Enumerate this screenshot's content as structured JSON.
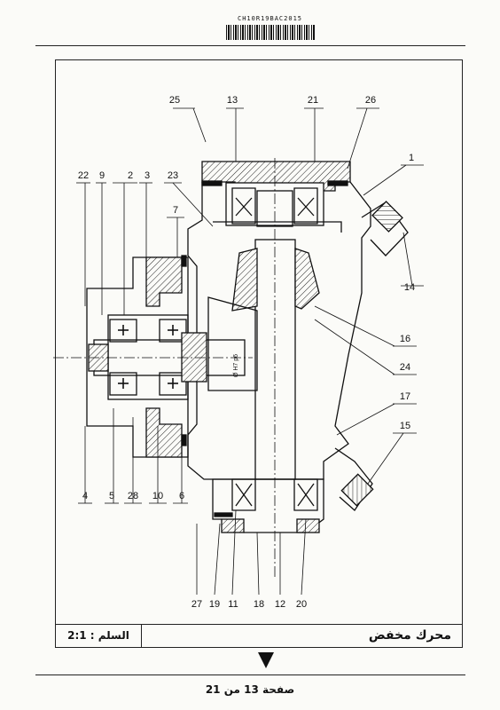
{
  "header": {
    "code": "CH10R19BAC2015"
  },
  "labels": {
    "top": [
      {
        "id": "25",
        "text": "25"
      },
      {
        "id": "13",
        "text": "13"
      },
      {
        "id": "21",
        "text": "21"
      },
      {
        "id": "26",
        "text": "26"
      },
      {
        "id": "1",
        "text": "1"
      }
    ],
    "left": [
      {
        "id": "22",
        "text": "22"
      },
      {
        "id": "9",
        "text": "9"
      },
      {
        "id": "2",
        "text": "2"
      },
      {
        "id": "3",
        "text": "3"
      },
      {
        "id": "23",
        "text": "23"
      },
      {
        "id": "7",
        "text": "7"
      }
    ],
    "right": [
      {
        "id": "14",
        "text": "14"
      },
      {
        "id": "16",
        "text": "16"
      },
      {
        "id": "24",
        "text": "24"
      },
      {
        "id": "17",
        "text": "17"
      },
      {
        "id": "15",
        "text": "15"
      }
    ],
    "bottom_left": [
      {
        "id": "4",
        "text": "4"
      },
      {
        "id": "5",
        "text": "5"
      },
      {
        "id": "28",
        "text": "28"
      },
      {
        "id": "10",
        "text": "10"
      },
      {
        "id": "6",
        "text": "6"
      }
    ],
    "bottom": [
      {
        "id": "27",
        "text": "27"
      },
      {
        "id": "19",
        "text": "19"
      },
      {
        "id": "11",
        "text": "11"
      },
      {
        "id": "18",
        "text": "18"
      },
      {
        "id": "12",
        "text": "12"
      },
      {
        "id": "20",
        "text": "20"
      }
    ],
    "dims": {
      "fit": "Ø H7 p6"
    }
  },
  "title_block": {
    "scale": "السلم : 2:1",
    "title": "محرك مخفض"
  },
  "footer": {
    "page": "صفحة 13 من 21"
  }
}
